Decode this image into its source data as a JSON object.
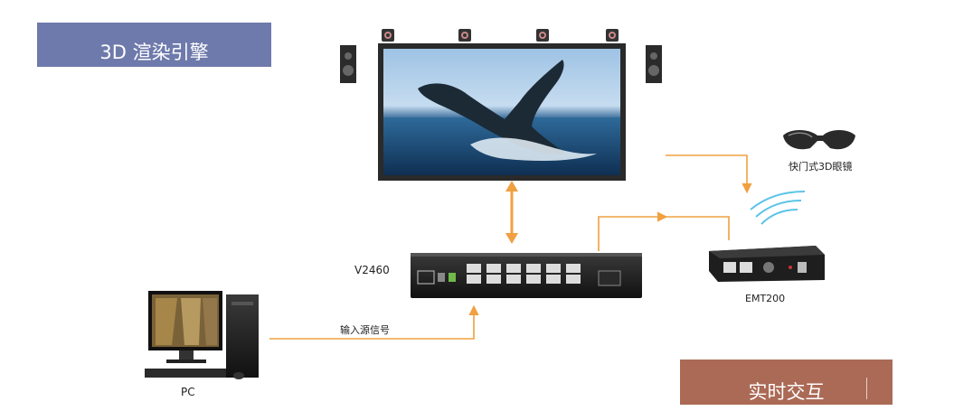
{
  "banners": {
    "top": "3D 渲染引擎",
    "bottom": "实时交互"
  },
  "devices": {
    "glasses": "快门式3D眼镜",
    "processor": "V2460",
    "emitter": "EMT200",
    "computer": "PC"
  },
  "connections": {
    "input_source": "输入源信号"
  },
  "colors": {
    "arrow": "#f0a040",
    "arrow_dark": "#ef8a1e",
    "banner_top": "#6e7aab",
    "banner_bottom": "#ab6a55",
    "device_body": "#1e1e1e"
  }
}
